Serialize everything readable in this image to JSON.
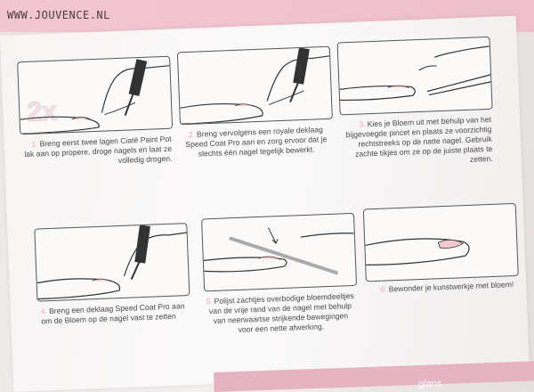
{
  "watermark": "WWW.JOUVENCE.NL",
  "badge": "2x",
  "steps": [
    {
      "num": "1.",
      "text": "Breng eerst twee lagen  Ciaté Paint Pot lak aan op propere, droge nagels en laat ze volledig drogen."
    },
    {
      "num": "2.",
      "text": "Breng vervolgens een royale deklaag Speed Coat Pro aan en zorg ervoor dat je slechts één nagel tegelijk bewerkt."
    },
    {
      "num": "3.",
      "text": "Kies je Bloem uit met behulp van het bijgevoegde pincet en plaats ze voorzichtig rechtstreeks op de natte nagel. Gebruik zachte tikjes om ze op de juiste plaats te zetten."
    },
    {
      "num": "4.",
      "text": "Breng een deklaag Speed Coat Pro aan om de Bloem op de nagel vast te zetten"
    },
    {
      "num": "5.",
      "text": "Polijst zachtjes overbodige bloemdeeltjes van de vrije rand van de nagel met behulp van neerwaartse strijkende bewegingen voor een nette afwerking."
    },
    {
      "num": "6.",
      "text": "Bewonder je kunstwerkje met bloem!"
    }
  ],
  "bottom_banner": "glans"
}
